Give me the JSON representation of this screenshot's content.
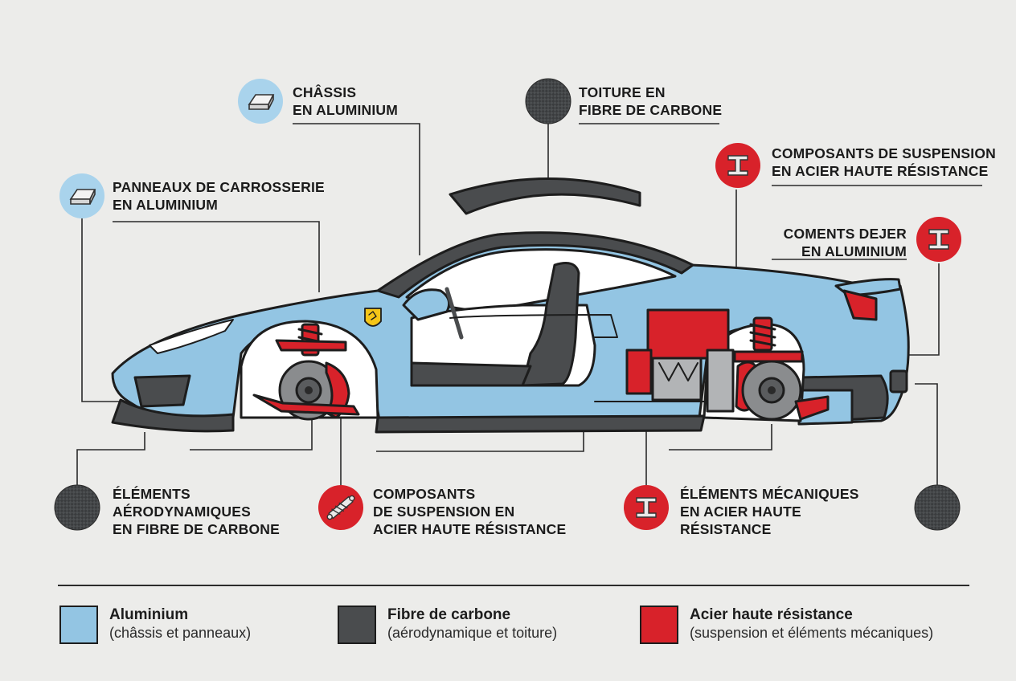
{
  "colors": {
    "aluminium": "#93c5e3",
    "carbon": "#4a4c4e",
    "steel": "#d8222a",
    "outline": "#1d1d1d",
    "background": "#ececea"
  },
  "callouts": {
    "chassis": {
      "icon": "aluminium-ingot-icon",
      "lines": [
        "CHÂSSIS",
        "EN ALUMINIUM"
      ]
    },
    "roof": {
      "icon": "carbon-fiber-disc-icon",
      "lines": [
        "TOITURE EN",
        "FIBRE DE CARBONE"
      ]
    },
    "body_panels": {
      "icon": "aluminium-ingot-icon",
      "lines": [
        "PANNEAUX DE CARROSSERIE",
        "EN ALUMINIUM"
      ]
    },
    "rear_suspension": {
      "icon": "steel-beam-icon",
      "lines": [
        "COMPOSANTS DE SUSPENSION",
        "EN ACIER HAUTE RÉSISTANCE"
      ]
    },
    "rear_aluminium": {
      "icon": "steel-beam-icon",
      "lines": [
        "COMENTS DEJER",
        "EN ALUMINIUM"
      ]
    },
    "aero": {
      "icon": "carbon-fiber-disc-icon",
      "lines": [
        "ÉLÉMENTS",
        "AÉRODYNAMIQUES",
        "EN FIBRE DE CARBONE"
      ]
    },
    "front_suspension": {
      "icon": "shock-absorber-icon",
      "lines": [
        "COMPOSANTS",
        "DE SUSPENSION EN",
        "ACIER HAUTE RÉSISTANCE"
      ]
    },
    "mechanical": {
      "icon": "steel-beam-icon",
      "lines": [
        "ÉLÉMENTS MÉCANIQUES",
        "EN ACIER HAUTE",
        "RÉSISTANCE"
      ]
    },
    "rear_carbon": {
      "icon": "carbon-fiber-disc-icon"
    }
  },
  "legend": [
    {
      "title": "Aluminium",
      "subtitle": "(châssis et panneaux)",
      "color": "#93c5e3"
    },
    {
      "title": "Fibre de carbone",
      "subtitle": "(aérodynamique et toiture)",
      "color": "#4a4c4e"
    },
    {
      "title": "Acier haute résistance",
      "subtitle": "(suspension et éléments mécaniques)",
      "color": "#d8222a"
    }
  ]
}
